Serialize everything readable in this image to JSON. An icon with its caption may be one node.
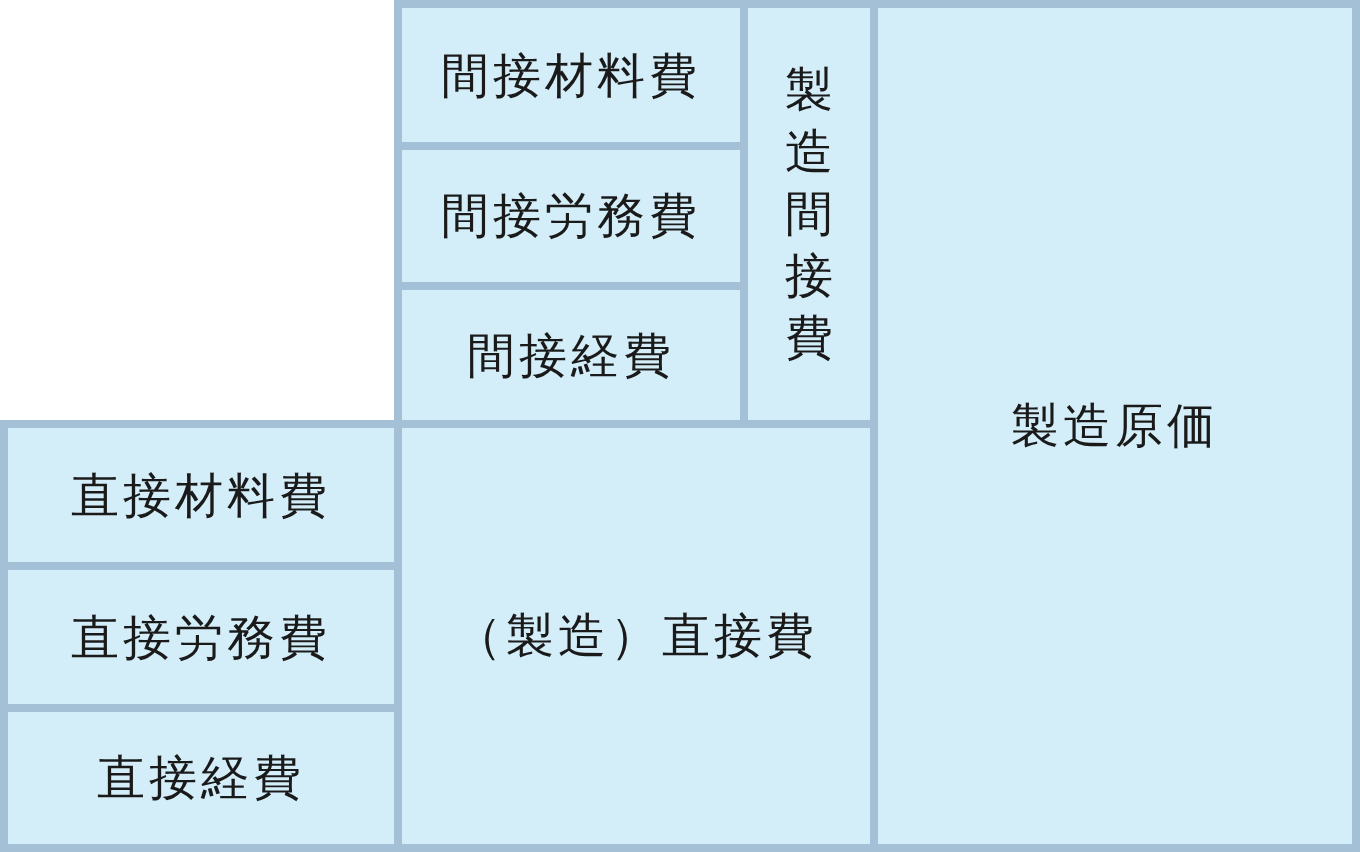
{
  "diagram": {
    "nodes": [
      {
        "text": [
          "間接材料費"
        ]
      },
      {
        "text": [
          "間接労務費"
        ]
      },
      {
        "text": [
          "間接経費"
        ]
      },
      {
        "text": [
          "製造間接費"
        ]
      },
      {
        "text": [
          "製造原価"
        ]
      },
      {
        "text": [
          "直接材料費"
        ]
      },
      {
        "text": [
          "直接労務費"
        ]
      },
      {
        "text": [
          "直接経費"
        ]
      },
      {
        "text": [
          "（製造）直接費"
        ]
      }
    ]
  }
}
